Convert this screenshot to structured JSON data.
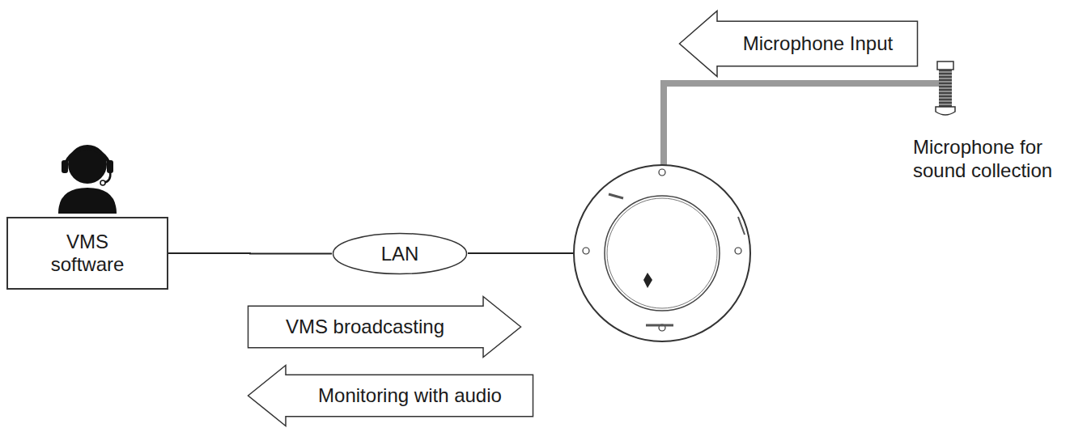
{
  "diagram": {
    "nodes": [
      {
        "text": [
          "Microphone Input"
        ]
      },
      {
        "text": [
          "VMS software"
        ]
      },
      {
        "text": [
          "LAN"
        ]
      },
      {
        "text": [
          "VMS broadcasting"
        ]
      },
      {
        "text": [
          "Monitoring with audio"
        ]
      }
    ],
    "edges": [
      {
        "from": 1,
        "to": 2,
        "arrow": "none"
      }
    ],
    "labels": [
      "Microphone for sound collection"
    ]
  }
}
